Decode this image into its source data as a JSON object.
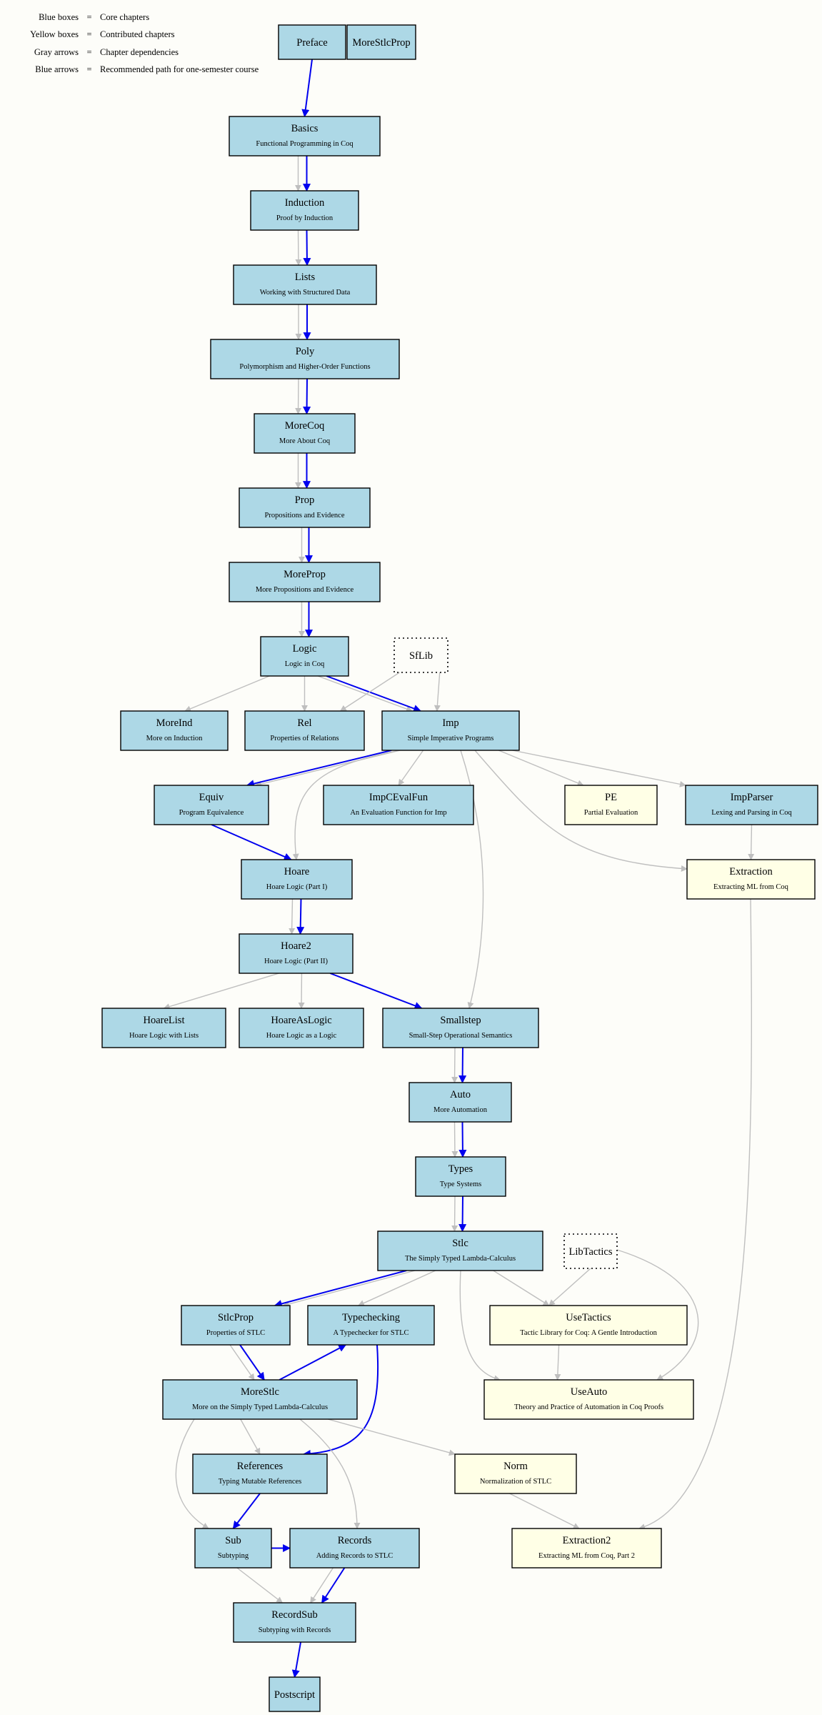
{
  "legend": [
    {
      "key": "Blue boxes",
      "eq": "=",
      "desc": "Core chapters"
    },
    {
      "key": "Yellow boxes",
      "eq": "=",
      "desc": "Contributed chapters"
    },
    {
      "key": "Gray arrows",
      "eq": "=",
      "desc": "Chapter dependencies"
    },
    {
      "key": "Blue arrows",
      "eq": "=",
      "desc": "Recommended path for one-semester course"
    }
  ],
  "colors": {
    "core": "#add8e6",
    "contributed": "#ffffe6",
    "dependency_arrow": "#bfbfbf",
    "recommended_arrow": "#0000ee"
  },
  "nodes": {
    "preface": {
      "title": "Preface",
      "subtitle": "",
      "kind": "core"
    },
    "morestlcprop": {
      "title": "MoreStlcProp",
      "subtitle": "",
      "kind": "core"
    },
    "basics": {
      "title": "Basics",
      "subtitle": "Functional Programming in Coq",
      "kind": "core"
    },
    "induction": {
      "title": "Induction",
      "subtitle": "Proof by Induction",
      "kind": "core"
    },
    "lists": {
      "title": "Lists",
      "subtitle": "Working with Structured Data",
      "kind": "core"
    },
    "poly": {
      "title": "Poly",
      "subtitle": "Polymorphism and Higher-Order Functions",
      "kind": "core"
    },
    "morecoq": {
      "title": "MoreCoq",
      "subtitle": "More About Coq",
      "kind": "core"
    },
    "prop": {
      "title": "Prop",
      "subtitle": "Propositions and Evidence",
      "kind": "core"
    },
    "moreprop": {
      "title": "MoreProp",
      "subtitle": "More Propositions and Evidence",
      "kind": "core"
    },
    "logic": {
      "title": "Logic",
      "subtitle": "Logic in Coq",
      "kind": "core"
    },
    "sflib": {
      "title": "SfLib",
      "subtitle": "",
      "kind": "library"
    },
    "moreind": {
      "title": "MoreInd",
      "subtitle": "More on Induction",
      "kind": "core"
    },
    "rel": {
      "title": "Rel",
      "subtitle": "Properties of Relations",
      "kind": "core"
    },
    "imp": {
      "title": "Imp",
      "subtitle": "Simple Imperative Programs",
      "kind": "core"
    },
    "equiv": {
      "title": "Equiv",
      "subtitle": "Program Equivalence",
      "kind": "core"
    },
    "impcevalfun": {
      "title": "ImpCEvalFun",
      "subtitle": "An Evaluation Function for Imp",
      "kind": "core"
    },
    "pe": {
      "title": "PE",
      "subtitle": "Partial Evaluation",
      "kind": "contributed"
    },
    "impparser": {
      "title": "ImpParser",
      "subtitle": "Lexing and Parsing in Coq",
      "kind": "core"
    },
    "extraction": {
      "title": "Extraction",
      "subtitle": "Extracting ML from Coq",
      "kind": "contributed"
    },
    "hoare": {
      "title": "Hoare",
      "subtitle": "Hoare Logic (Part I)",
      "kind": "core"
    },
    "hoare2": {
      "title": "Hoare2",
      "subtitle": "Hoare Logic (Part II)",
      "kind": "core"
    },
    "hoarelist": {
      "title": "HoareList",
      "subtitle": "Hoare Logic with Lists",
      "kind": "core"
    },
    "hoareaslogic": {
      "title": "HoareAsLogic",
      "subtitle": "Hoare Logic as a Logic",
      "kind": "core"
    },
    "smallstep": {
      "title": "Smallstep",
      "subtitle": "Small-Step Operational Semantics",
      "kind": "core"
    },
    "auto": {
      "title": "Auto",
      "subtitle": "More Automation",
      "kind": "core"
    },
    "types": {
      "title": "Types",
      "subtitle": "Type Systems",
      "kind": "core"
    },
    "stlc": {
      "title": "Stlc",
      "subtitle": "The Simply Typed Lambda-Calculus",
      "kind": "core"
    },
    "libtactics": {
      "title": "LibTactics",
      "subtitle": "",
      "kind": "library"
    },
    "stlcprop": {
      "title": "StlcProp",
      "subtitle": "Properties of STLC",
      "kind": "core"
    },
    "typechecking": {
      "title": "Typechecking",
      "subtitle": "A Typechecker for STLC",
      "kind": "core"
    },
    "usetactics": {
      "title": "UseTactics",
      "subtitle": "Tactic Library for Coq: A Gentle Introduction",
      "kind": "contributed"
    },
    "morestlc": {
      "title": "MoreStlc",
      "subtitle": "More on the Simply Typed Lambda-Calculus",
      "kind": "core"
    },
    "useauto": {
      "title": "UseAuto",
      "subtitle": "Theory and Practice of Automation in Coq Proofs",
      "kind": "contributed"
    },
    "references": {
      "title": "References",
      "subtitle": "Typing Mutable References",
      "kind": "core"
    },
    "norm": {
      "title": "Norm",
      "subtitle": "Normalization of STLC",
      "kind": "contributed"
    },
    "sub": {
      "title": "Sub",
      "subtitle": "Subtyping",
      "kind": "core"
    },
    "records": {
      "title": "Records",
      "subtitle": "Adding Records to STLC",
      "kind": "core"
    },
    "extraction2": {
      "title": "Extraction2",
      "subtitle": "Extracting ML from Coq, Part 2",
      "kind": "contributed"
    },
    "recordsub": {
      "title": "RecordSub",
      "subtitle": "Subtyping with Records",
      "kind": "core"
    },
    "postscript": {
      "title": "Postscript",
      "subtitle": "",
      "kind": "core"
    }
  },
  "edges": [
    {
      "from": "preface",
      "to": "basics",
      "type": "recommended"
    },
    {
      "from": "basics",
      "to": "induction",
      "type": "dependency"
    },
    {
      "from": "basics",
      "to": "induction",
      "type": "recommended"
    },
    {
      "from": "induction",
      "to": "lists",
      "type": "dependency"
    },
    {
      "from": "induction",
      "to": "lists",
      "type": "recommended"
    },
    {
      "from": "lists",
      "to": "poly",
      "type": "dependency"
    },
    {
      "from": "lists",
      "to": "poly",
      "type": "recommended"
    },
    {
      "from": "poly",
      "to": "morecoq",
      "type": "dependency"
    },
    {
      "from": "poly",
      "to": "morecoq",
      "type": "recommended"
    },
    {
      "from": "morecoq",
      "to": "prop",
      "type": "dependency"
    },
    {
      "from": "morecoq",
      "to": "prop",
      "type": "recommended"
    },
    {
      "from": "prop",
      "to": "moreprop",
      "type": "recommended"
    },
    {
      "from": "prop",
      "to": "moreprop",
      "type": "dependency"
    },
    {
      "from": "moreprop",
      "to": "logic",
      "type": "recommended"
    },
    {
      "from": "moreprop",
      "to": "logic",
      "type": "dependency"
    },
    {
      "from": "logic",
      "to": "moreind",
      "type": "dependency"
    },
    {
      "from": "logic",
      "to": "rel",
      "type": "dependency"
    },
    {
      "from": "logic",
      "to": "imp",
      "type": "dependency"
    },
    {
      "from": "logic",
      "to": "imp",
      "type": "recommended"
    },
    {
      "from": "sflib",
      "to": "rel",
      "type": "dependency"
    },
    {
      "from": "sflib",
      "to": "imp",
      "type": "dependency"
    },
    {
      "from": "imp",
      "to": "equiv",
      "type": "dependency"
    },
    {
      "from": "imp",
      "to": "equiv",
      "type": "recommended"
    },
    {
      "from": "imp",
      "to": "impcevalfun",
      "type": "dependency"
    },
    {
      "from": "imp",
      "to": "pe",
      "type": "dependency"
    },
    {
      "from": "imp",
      "to": "impparser",
      "type": "dependency"
    },
    {
      "from": "imp",
      "to": "extraction",
      "type": "dependency"
    },
    {
      "from": "imp",
      "to": "hoare",
      "type": "dependency"
    },
    {
      "from": "imp",
      "to": "smallstep",
      "type": "dependency"
    },
    {
      "from": "equiv",
      "to": "hoare",
      "type": "recommended"
    },
    {
      "from": "impparser",
      "to": "extraction",
      "type": "dependency"
    },
    {
      "from": "hoare",
      "to": "hoare2",
      "type": "recommended"
    },
    {
      "from": "hoare",
      "to": "hoare2",
      "type": "dependency"
    },
    {
      "from": "hoare2",
      "to": "hoarelist",
      "type": "dependency"
    },
    {
      "from": "hoare2",
      "to": "hoareaslogic",
      "type": "dependency"
    },
    {
      "from": "hoare2",
      "to": "smallstep",
      "type": "recommended"
    },
    {
      "from": "smallstep",
      "to": "auto",
      "type": "dependency"
    },
    {
      "from": "smallstep",
      "to": "auto",
      "type": "recommended"
    },
    {
      "from": "auto",
      "to": "types",
      "type": "dependency"
    },
    {
      "from": "auto",
      "to": "types",
      "type": "recommended"
    },
    {
      "from": "types",
      "to": "stlc",
      "type": "dependency"
    },
    {
      "from": "types",
      "to": "stlc",
      "type": "recommended"
    },
    {
      "from": "stlc",
      "to": "stlcprop",
      "type": "dependency"
    },
    {
      "from": "stlc",
      "to": "stlcprop",
      "type": "recommended"
    },
    {
      "from": "stlc",
      "to": "typechecking",
      "type": "dependency"
    },
    {
      "from": "stlc",
      "to": "usetactics",
      "type": "dependency"
    },
    {
      "from": "stlc",
      "to": "useauto",
      "type": "dependency"
    },
    {
      "from": "libtactics",
      "to": "usetactics",
      "type": "dependency"
    },
    {
      "from": "libtactics",
      "to": "useauto",
      "type": "dependency"
    },
    {
      "from": "usetactics",
      "to": "useauto",
      "type": "dependency"
    },
    {
      "from": "stlcprop",
      "to": "morestlc",
      "type": "dependency"
    },
    {
      "from": "stlcprop",
      "to": "morestlc",
      "type": "recommended"
    },
    {
      "from": "morestlc",
      "to": "typechecking",
      "type": "recommended"
    },
    {
      "from": "typechecking",
      "to": "references",
      "type": "recommended"
    },
    {
      "from": "morestlc",
      "to": "references",
      "type": "dependency"
    },
    {
      "from": "morestlc",
      "to": "norm",
      "type": "dependency"
    },
    {
      "from": "morestlc",
      "to": "sub",
      "type": "dependency"
    },
    {
      "from": "morestlc",
      "to": "records",
      "type": "dependency"
    },
    {
      "from": "references",
      "to": "sub",
      "type": "recommended"
    },
    {
      "from": "sub",
      "to": "records",
      "type": "recommended"
    },
    {
      "from": "extraction",
      "to": "extraction2",
      "type": "dependency"
    },
    {
      "from": "norm",
      "to": "extraction2",
      "type": "dependency"
    },
    {
      "from": "sub",
      "to": "recordsub",
      "type": "dependency"
    },
    {
      "from": "records",
      "to": "recordsub",
      "type": "dependency"
    },
    {
      "from": "records",
      "to": "recordsub",
      "type": "recommended"
    },
    {
      "from": "recordsub",
      "to": "postscript",
      "type": "recommended"
    }
  ]
}
